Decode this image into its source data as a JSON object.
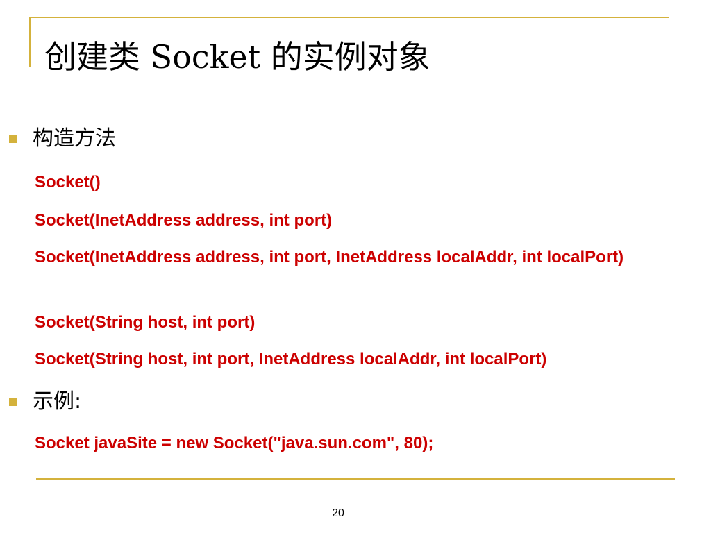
{
  "slide": {
    "title": "创建类 Socket 的实例对象",
    "bullets": [
      {
        "label": "构造方法"
      },
      {
        "label": "示例:"
      }
    ],
    "constructors": [
      "Socket()",
      "Socket(InetAddress address, int port)",
      "Socket(InetAddress address, int port, InetAddress localAddr, int localPort)",
      "Socket(String host, int port)",
      "Socket(String host, int port, InetAddress localAddr, int localPort)"
    ],
    "example": "Socket javaSite = new Socket(\"java.sun.com\", 80);",
    "page_number": "20"
  },
  "colors": {
    "accent": "#d4b23c",
    "code": "#cc0000",
    "text": "#000000",
    "background": "#ffffff"
  }
}
